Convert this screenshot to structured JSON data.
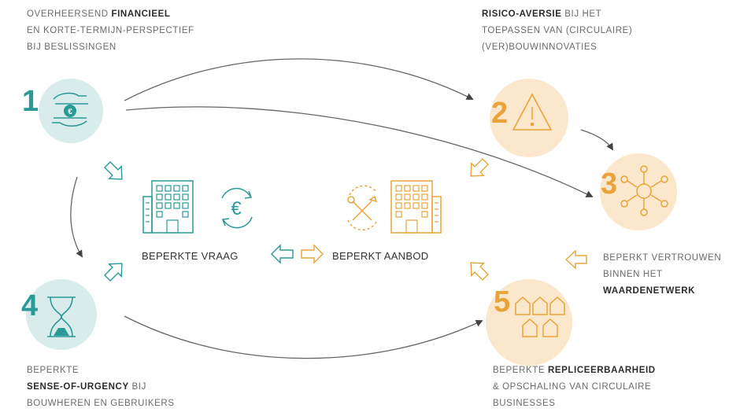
{
  "captions": {
    "c1": {
      "line1_pre": "OVERHEERSEND ",
      "line1_bold": "FINANCIEEL",
      "line2": "EN KORTE-TERMIJN-PERSPECTIEF",
      "line3": "BIJ BESLISSINGEN"
    },
    "c2": {
      "line1_bold": "RISICO-AVERSIE",
      "line1_post": " BIJ HET",
      "line2": "TOEPASSEN VAN (CIRCULAIRE)",
      "line3": "(VER)BOUWINNOVATIES"
    },
    "c3": {
      "line1": "BEPERKT VERTROUWEN",
      "line2": "BINNEN HET",
      "line3_bold": "WAARDENETWERK"
    },
    "c4": {
      "line1": "BEPERKTE",
      "line2_bold": "SENSE-OF-URGENCY",
      "line2_post": " BIJ",
      "line3": "BOUWHEREN EN GEBRUIKERS"
    },
    "c5": {
      "line1_pre": "BEPERKTE ",
      "line1_bold": "REPLICEERBAARHEID",
      "line2": "& OPSCHALING VAN CIRCULAIRE",
      "line3": "BUSINESSES"
    }
  },
  "numbers": {
    "n1": "1",
    "n2": "2",
    "n3": "3",
    "n4": "4",
    "n5": "5"
  },
  "center": {
    "demand": "BEPERKTE VRAAG",
    "supply": "BEPERKT AANBOD",
    "euro": "€"
  },
  "colors": {
    "teal": "#2a9a96",
    "teal_light": "#d8ecec",
    "orange": "#eaa33a",
    "orange_light": "#fbe8cc",
    "arrow_grey": "#555555"
  },
  "icons": [
    "hands-coin-icon",
    "warning-triangle-icon",
    "network-node-icon",
    "hourglass-icon",
    "houses-icon",
    "building-icon",
    "euro-cycle-icon",
    "tools-icon"
  ]
}
